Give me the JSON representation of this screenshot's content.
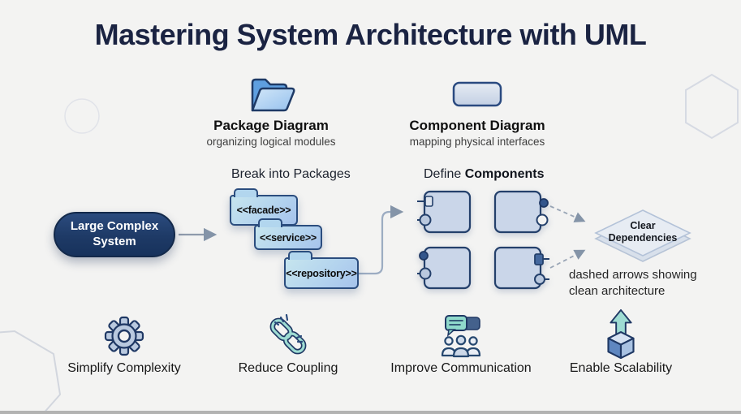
{
  "title": "Mastering System Architecture with UML",
  "legend": {
    "package_diagram": {
      "label": "Package Diagram",
      "sublabel": "organizing logical modules",
      "icon": "open-folder-icon"
    },
    "component_diagram": {
      "label": "Component Diagram",
      "sublabel": "mapping physical interfaces",
      "icon": "component-rectangle-icon"
    }
  },
  "flow": {
    "source_label": "Large Complex System",
    "packages_heading": "Break into Packages",
    "packages": [
      {
        "stereotype": "<<facade>>"
      },
      {
        "stereotype": "<<service>>"
      },
      {
        "stereotype": "<<repository>>"
      }
    ],
    "components_heading": {
      "prefix": "Define ",
      "emphasis": "Components"
    },
    "result_label": {
      "line1": "Clear",
      "line2": "Dependencies"
    },
    "annotation": {
      "line1": "dashed arrows showing",
      "line2": "clean architecture"
    }
  },
  "benefits": [
    {
      "label": "Simplify Complexity",
      "icon": "gear-icon"
    },
    {
      "label": "Reduce Coupling",
      "icon": "broken-chain-link-icon"
    },
    {
      "label": "Improve Communication",
      "icon": "people-chat-icon"
    },
    {
      "label": "Enable Scalability",
      "icon": "cube-up-arrow-icon"
    }
  ],
  "colors": {
    "background": "#f3f3f2",
    "title_navy": "#1a2342",
    "shape_border_navy": "#1f3864",
    "package_fill_start": "#c6e5ee",
    "package_fill_end": "#a6c3ec",
    "component_fill": "#cad6e9",
    "source_pill_fill": "#1e3a66",
    "teal_accent": "#9edcd3",
    "arrow_gray": "#8e9aab",
    "diamond_fill": "#e6ebf2"
  }
}
